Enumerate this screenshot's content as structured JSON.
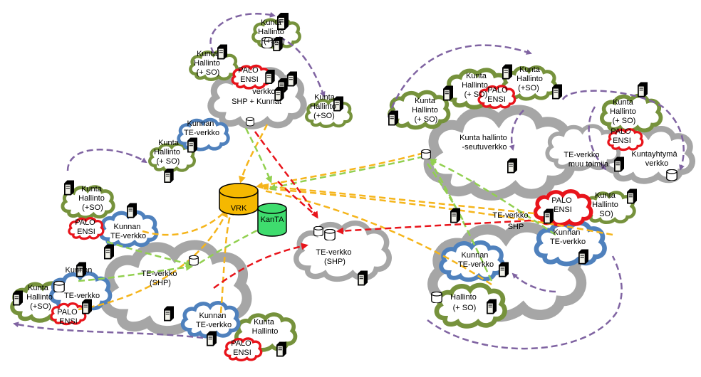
{
  "colors": {
    "green_cloud": "#76923c",
    "blue_cloud": "#4f81bd",
    "gray_cloud": "#a6a6a6",
    "red_cloud": "#e8141b",
    "arrow_purple": "#8064a2",
    "arrow_orange": "#f5b51c",
    "arrow_green": "#92d050",
    "arrow_red": "#e8141b",
    "vrk_fill": "#f5b800",
    "kanta_fill": "#3fdc6e"
  },
  "icons": [
    "server-icon",
    "database-icon",
    "cylinder-icon"
  ],
  "labels": {
    "kunta_hallinto_so_a": [
      "Kunta",
      "Hallinto",
      "(+ SO)"
    ],
    "kunta_hallinto_so_b": [
      "Kunta",
      "Hallinto",
      "(+SO)"
    ],
    "kunta_hallinto_so_c": [
      "Kunta",
      "Hallinto",
      "(+SO)"
    ],
    "kunta_hallinto_so_d": [
      "Kunta",
      "Hallinto",
      "(+ SO)"
    ],
    "kunta_hallinto_so_e": [
      "Kunta",
      "Hallinto",
      "(+SO)"
    ],
    "kunta_hallinto_so_f": [
      "Kunta",
      "Hallinto",
      "(+SO)"
    ],
    "kunta_hallinto_so_g": [
      "Kunta",
      "Hallinto",
      "(+ SO)"
    ],
    "kunta_hallinto_so_h": [
      "Kunta",
      "Hallinto",
      "(+ SO)"
    ],
    "kunta_hallinto_so_i": [
      "Kunta",
      "Hallinto",
      "(+SO)"
    ],
    "kunta_hallinto_so_j": [
      "Kunta",
      "Hallinto",
      "(+ SO)"
    ],
    "kunta_hallinto_so_k": [
      "Kunta",
      "Hallinto",
      "SO)"
    ],
    "kunta_hallinto_l": [
      "Kunta",
      "Hallinto"
    ],
    "hallinto_so": [
      "Hallinto",
      "(+ SO)"
    ],
    "palo_ensi": [
      "PALO",
      "ENSI"
    ],
    "kunnan_te_verkko": [
      "Kunnan",
      "TE-verkko"
    ],
    "shp_kunnat": [
      "verkko",
      "SHP + Kunnat"
    ],
    "vrk": "VRK",
    "kanta": "KanTA",
    "te_verkko_shp_center": [
      "TE-verkko",
      "(SHP)"
    ],
    "te_verkko_shp_left": [
      "TE-verkko",
      "(SHP)"
    ],
    "te_verkko_shp_right": [
      "TE-verkko",
      "SHP"
    ],
    "kunta_hallinto_seutuverkko": [
      "Kunta hallinto",
      "-seutuverkko"
    ],
    "te_verkko_muu": [
      "TE-verkko",
      "muu toimija"
    ],
    "kuntayhtyma": [
      "Kuntayhtymä",
      "verkko"
    ]
  }
}
